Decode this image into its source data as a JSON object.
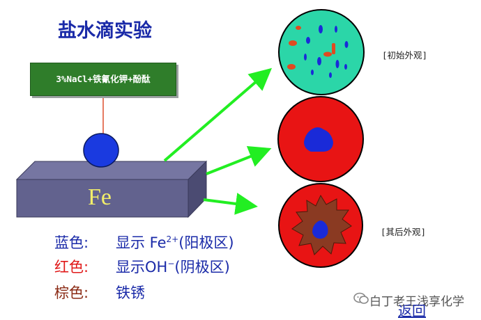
{
  "title": "盐水滴实验",
  "reagent_label": "3%NaCl+铁氰化钾+酚酞",
  "metal_label": "Fe",
  "stages": {
    "initial_label": "[初始外观]",
    "later_label": "[其后外观]"
  },
  "legend": {
    "blue": {
      "key": "蓝色:",
      "desc_prefix": "显示 Fe",
      "desc_sup": "2+",
      "desc_suffix": "(阳极区)"
    },
    "red": {
      "key": "红色:",
      "desc_prefix": "显示OH",
      "desc_sup": "−",
      "desc_suffix": "(阴极区)"
    },
    "brown": {
      "key": "棕色:",
      "desc": "铁锈"
    }
  },
  "colors": {
    "anode_blue": "#1a2ad8",
    "cathode_red": "#e81414",
    "rust_brown": "#8a3a22",
    "initial_teal": "#2bd6a8",
    "arrow_green": "#22ee22",
    "metal_bar": "#62628e"
  },
  "icons": {
    "watermark": "chat-bubble-icon"
  },
  "watermark_text": "白丁老王浅享化学",
  "back_link": "返回"
}
